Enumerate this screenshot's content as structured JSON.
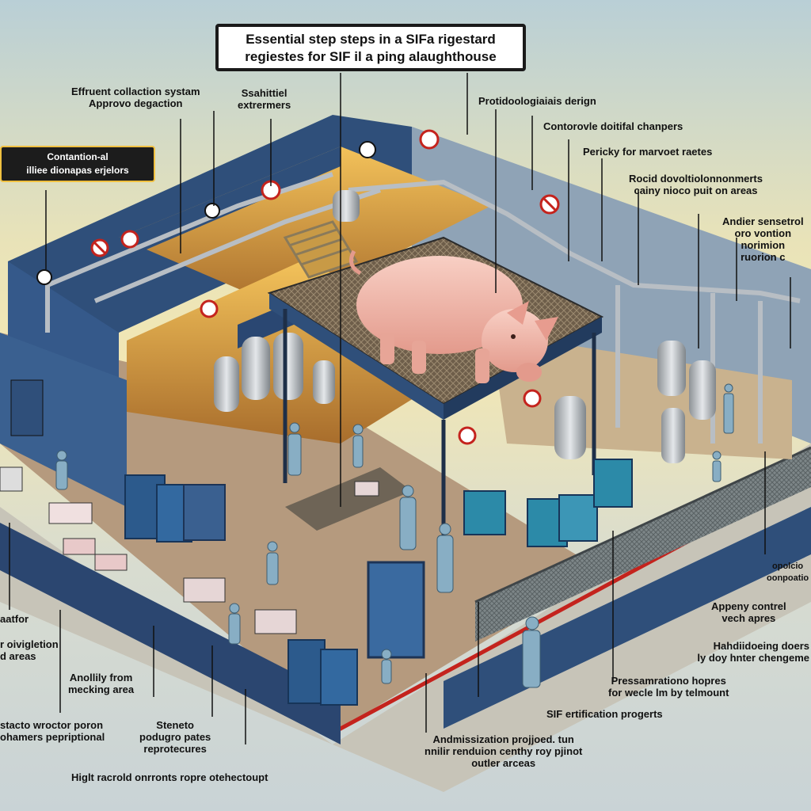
{
  "title": {
    "line1": "Essential step steps in a SIFa rigestard",
    "line2": "regiestes for SIF il a ping alaughthouse"
  },
  "callout_box": {
    "line1": "Contantion-al",
    "line2": "illiee dionapas erjelors"
  },
  "labels": {
    "effluent_1": "Effruent collaction systam",
    "effluent_2": "Approvo degaction",
    "sanitary_1": "Ssahittiel",
    "sanitary_2": "extrermers",
    "proto": "Protidoologiaiais derign",
    "controle": "Contorovle doitifal chanpers",
    "pericky": "Pericky for marvoet raetes",
    "raid_1": "Rocid dovoltiolonnonmerts",
    "raid_2": "cainy nioco puit on areas",
    "andler_1": "Andier sensetrol",
    "andler_2": "oro vontion",
    "andler_3": "norimion",
    "andler_4": "ruorion c",
    "opolo_1": "opolcio",
    "opolo_2": "oonpoatio",
    "appeny_1": "Appeny contrel",
    "appeny_2": "vech apres",
    "hahd_1": "Hahdiidoeing doers",
    "hahd_2": "ly doy hnter chengeme",
    "press_1": "Pressamrationo hopres",
    "press_2": "for wecle lm by telmount",
    "sif_cert": "SIF ertification progerts",
    "admin_1": "Andmissization projjoed. tun",
    "admin_2": "nnilir renduion centhy roy pjinot",
    "admin_3": "outler arceas",
    "high": "Higlt racrold onrronts ropre otehectoupt",
    "sterote_1": "Steneto",
    "sterote_2": "podugro pates",
    "sterote_3": "reprotecures",
    "anolly_1": "Anollily from",
    "anolly_2": "mecking area",
    "stcto_1": "stacto wroctor poron",
    "stcto_2": "ohamers pepriptional",
    "or_1": "r oivigletion",
    "or_2": "d areas",
    "atfor": "aatfor"
  },
  "colors": {
    "wall_blue": "#2f4f7a",
    "wall_light": "#8fa3b6",
    "floor_tan": "#b59a7e",
    "interior_glow": "#e9b04a",
    "pig_pink": "#f4b8ac",
    "safety_red": "#c4231d",
    "crate_blue": "#2c5a8c",
    "worker_blue": "#88aec4"
  },
  "icons": [
    "no-entry-icon",
    "biohazard-icon",
    "pig-icon"
  ]
}
